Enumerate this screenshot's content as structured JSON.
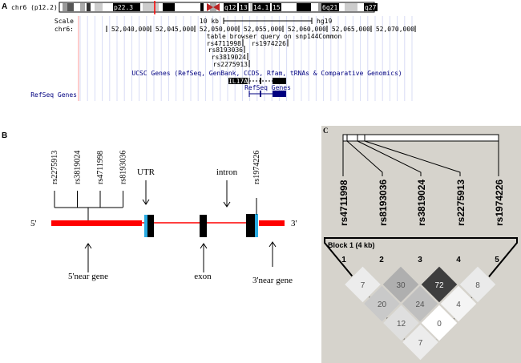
{
  "panel_a": {
    "label": "A",
    "chrom_label": "chr6 (p12.2)",
    "bands": [
      "p22.3",
      "q12",
      "13",
      "14.1",
      "15",
      "6q21",
      "q27"
    ],
    "scale_label": "Scale",
    "scale_value": "10 kb",
    "assembly": "hg19",
    "chr_label": "chr6:",
    "positions": [
      "52,040,000",
      "52,045,000",
      "52,050,000",
      "52,055,000",
      "52,060,000",
      "52,065,000",
      "52,070,000"
    ],
    "query_title": "table browser query on snp144Common",
    "snps": [
      "rs4711998",
      "rs1974226",
      "rs8193036",
      "rs3819024",
      "rs2275913"
    ],
    "ucsc_track": "UCSC Genes (RefSeq, GenBank, CCDS, Rfam, tRNAs & Comparative Genomics)",
    "gene_name": "IL17A",
    "refseq_track_label": "RefSeq Genes",
    "refseq_side_label": "RefSeq Genes"
  },
  "panel_b": {
    "label": "B",
    "snps_left": [
      "rs2275913",
      "rs3819024",
      "rs4711998",
      "rs8193036"
    ],
    "snp_right": "rs1974226",
    "five_prime": "5'",
    "three_prime": "3'",
    "utr": "UTR",
    "intron": "intron",
    "exon": "exon",
    "five_near": "5'near gene",
    "three_near": "3'near gene",
    "colors": {
      "gene": "#ff0000",
      "utr": "#29abe2",
      "exon": "#000000"
    }
  },
  "panel_c": {
    "label": "C",
    "snps": [
      "rs4711998",
      "rs8193036",
      "rs3819024",
      "rs2275913",
      "rs1974226"
    ],
    "block_title": "Block 1 (4 kb)",
    "markers": [
      "1",
      "2",
      "3",
      "4",
      "5"
    ],
    "ld_values": [
      {
        "i": 1,
        "j": 2,
        "value": 7
      },
      {
        "i": 2,
        "j": 3,
        "value": 30
      },
      {
        "i": 3,
        "j": 4,
        "value": 72
      },
      {
        "i": 4,
        "j": 5,
        "value": 8
      },
      {
        "i": 1,
        "j": 3,
        "value": 20
      },
      {
        "i": 2,
        "j": 4,
        "value": 24
      },
      {
        "i": 3,
        "j": 5,
        "value": 4
      },
      {
        "i": 1,
        "j": 4,
        "value": 12
      },
      {
        "i": 2,
        "j": 5,
        "value": 0
      },
      {
        "i": 1,
        "j": 5,
        "value": 7
      }
    ],
    "background": "#d6d3cc"
  }
}
